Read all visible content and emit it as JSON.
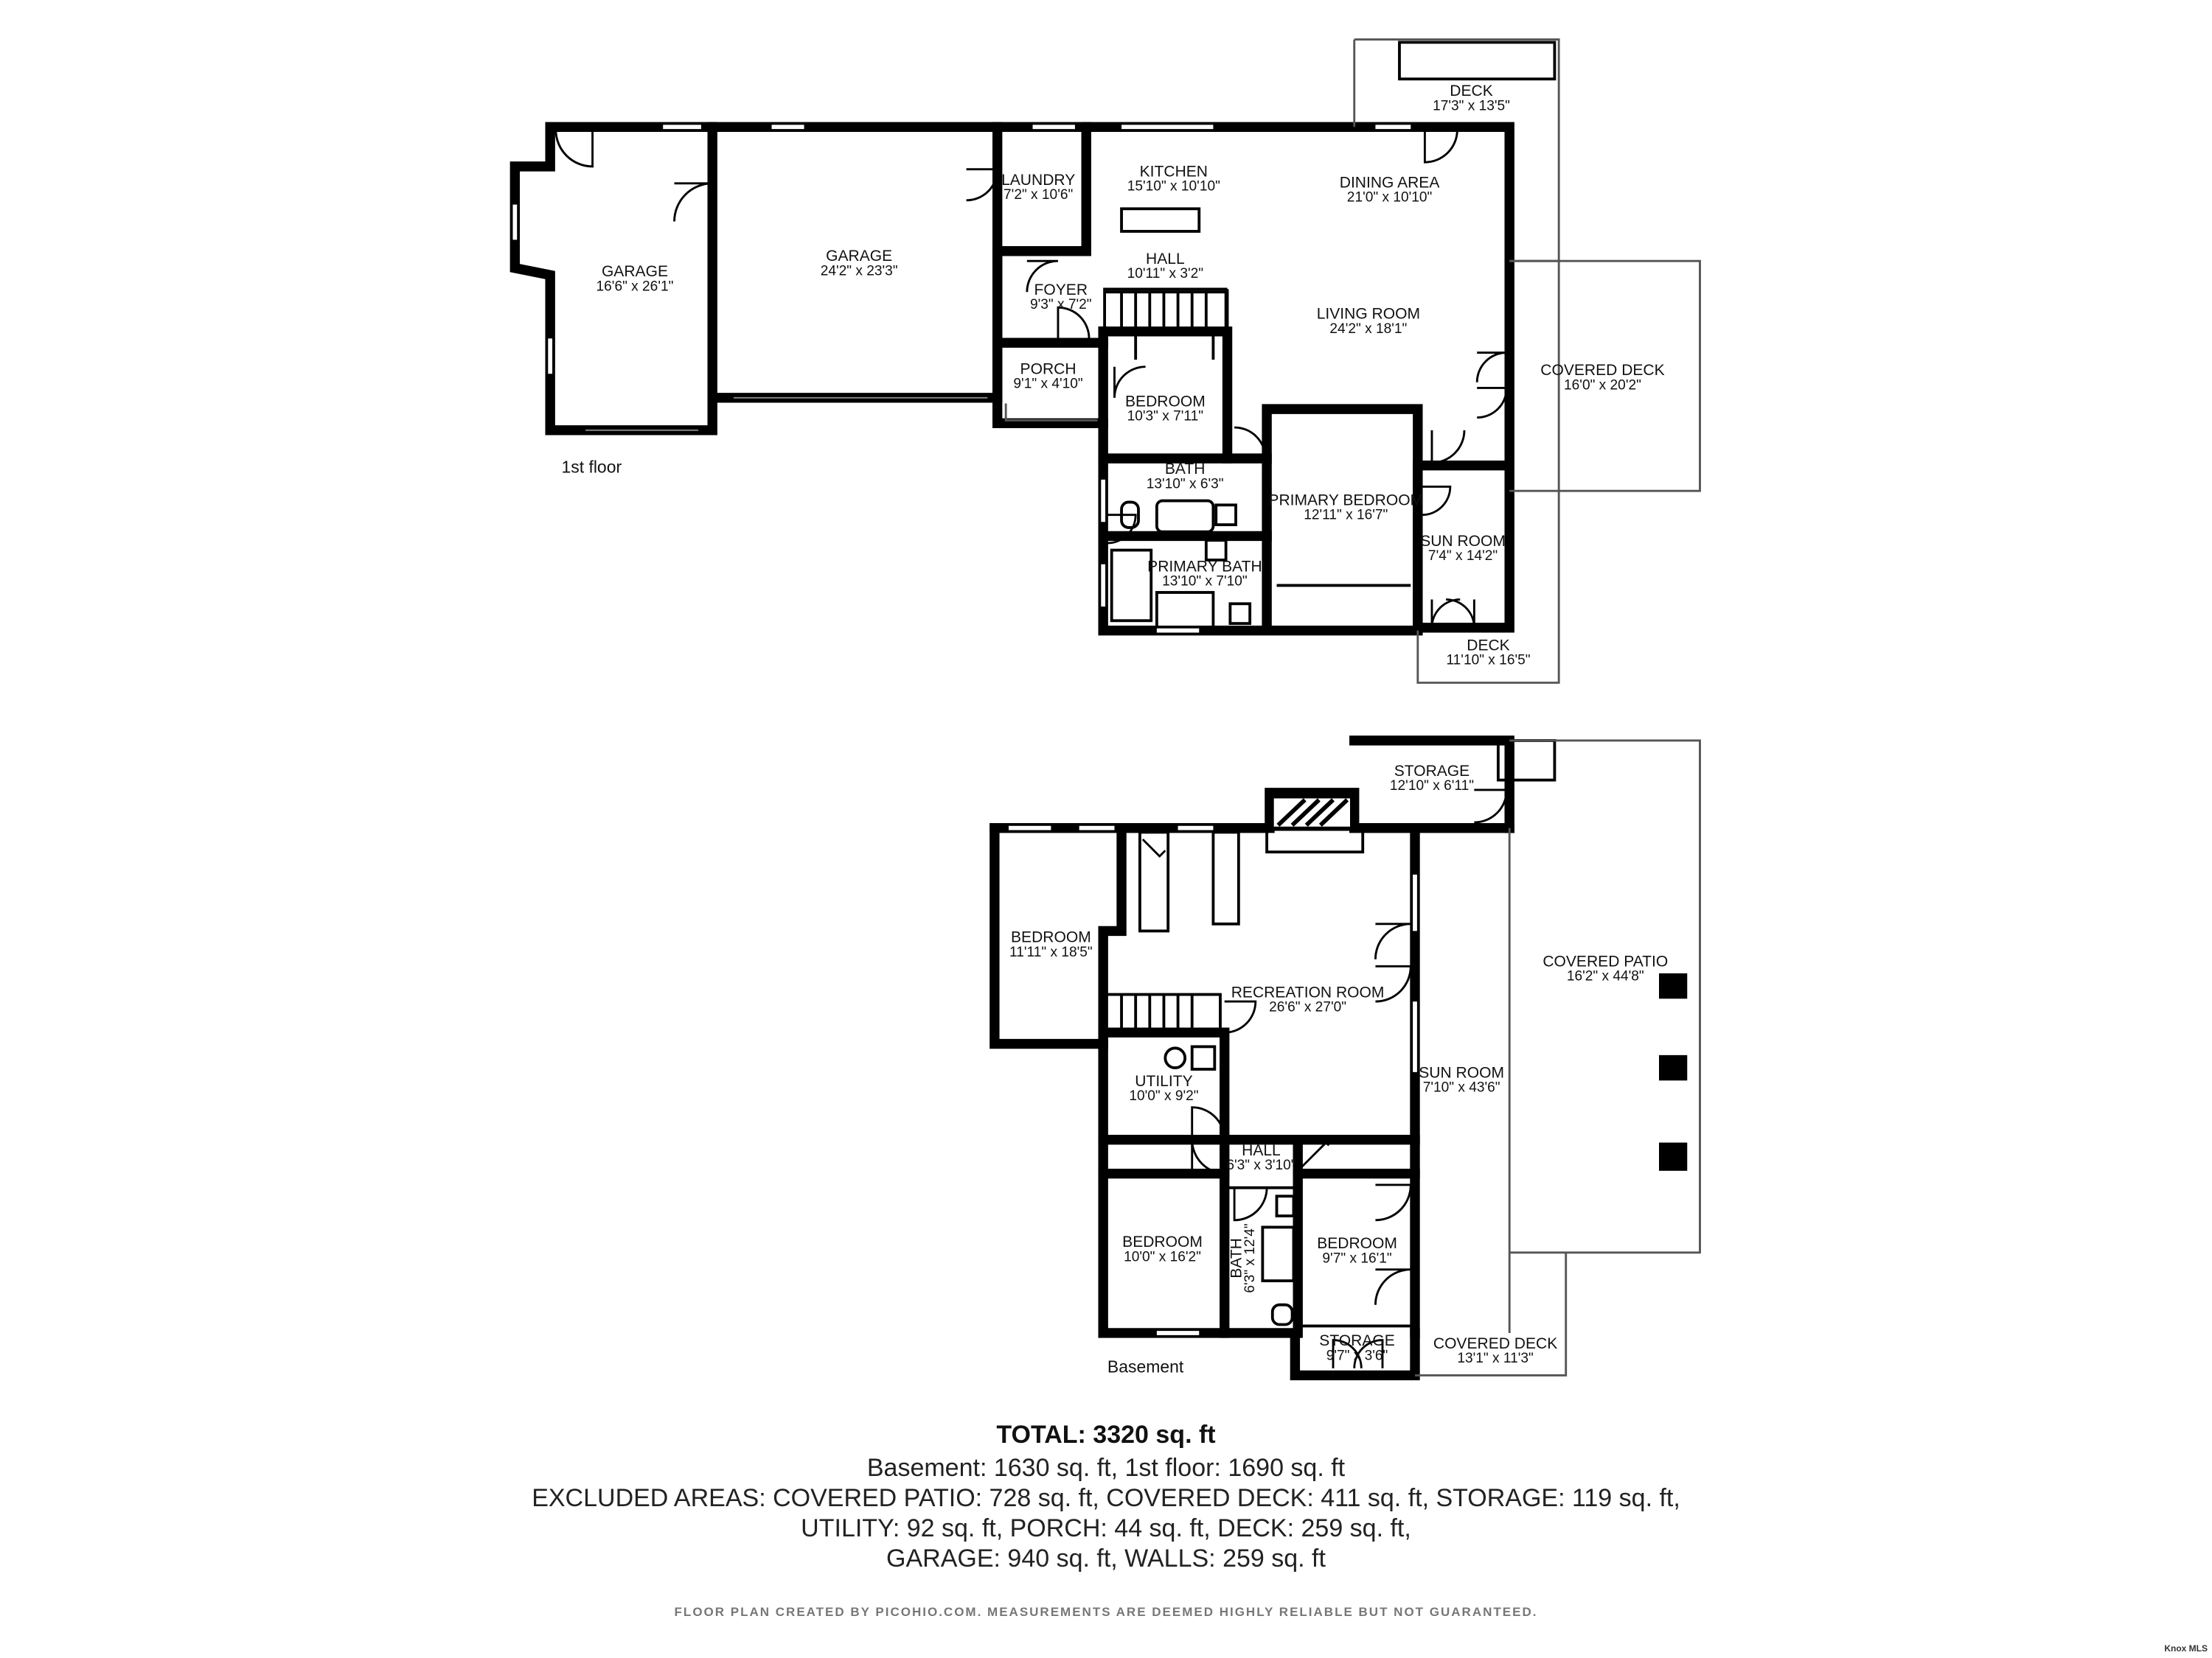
{
  "floors": {
    "first": {
      "label": "1st floor",
      "rooms": [
        {
          "id": "garage-left",
          "name": "GARAGE",
          "dims": "16'6\" x 26'1\""
        },
        {
          "id": "garage-main",
          "name": "GARAGE",
          "dims": "24'2\" x 23'3\""
        },
        {
          "id": "laundry",
          "name": "LAUNDRY",
          "dims": "7'2\" x 10'6\""
        },
        {
          "id": "kitchen",
          "name": "KITCHEN",
          "dims": "15'10\" x 10'10\""
        },
        {
          "id": "dining-area",
          "name": "DINING AREA",
          "dims": "21'0\" x 10'10\""
        },
        {
          "id": "hall",
          "name": "HALL",
          "dims": "10'11\" x 3'2\""
        },
        {
          "id": "foyer",
          "name": "FOYER",
          "dims": "9'3\" x 7'2\""
        },
        {
          "id": "living-room",
          "name": "LIVING ROOM",
          "dims": "24'2\" x 18'1\""
        },
        {
          "id": "deck-top",
          "name": "DECK",
          "dims": "17'3\" x 13'5\""
        },
        {
          "id": "covered-deck",
          "name": "COVERED DECK",
          "dims": "16'0\" x 20'2\""
        },
        {
          "id": "porch",
          "name": "PORCH",
          "dims": "9'1\" x 4'10\""
        },
        {
          "id": "bedroom",
          "name": "BEDROOM",
          "dims": "10'3\" x 7'11\""
        },
        {
          "id": "bath",
          "name": "BATH",
          "dims": "13'10\" x 6'3\""
        },
        {
          "id": "primary-bedroom",
          "name": "PRIMARY BEDROOM",
          "dims": "12'11\" x 16'7\""
        },
        {
          "id": "sun-room",
          "name": "SUN ROOM",
          "dims": "7'4\" x 14'2\""
        },
        {
          "id": "primary-bath",
          "name": "PRIMARY BATH",
          "dims": "13'10\" x 7'10\""
        },
        {
          "id": "deck-bottom",
          "name": "DECK",
          "dims": "11'10\" x 16'5\""
        }
      ]
    },
    "basement": {
      "label": "Basement",
      "rooms": [
        {
          "id": "storage-top",
          "name": "STORAGE",
          "dims": "12'10\" x 6'11\""
        },
        {
          "id": "bedroom-left",
          "name": "BEDROOM",
          "dims": "11'11\" x 18'5\""
        },
        {
          "id": "recreation-room",
          "name": "RECREATION ROOM",
          "dims": "26'6\" x 27'0\""
        },
        {
          "id": "covered-patio",
          "name": "COVERED PATIO",
          "dims": "16'2\" x 44'8\""
        },
        {
          "id": "utility",
          "name": "UTILITY",
          "dims": "10'0\" x 9'2\""
        },
        {
          "id": "sun-room-b",
          "name": "SUN ROOM",
          "dims": "7'10\" x 43'6\""
        },
        {
          "id": "hall-b",
          "name": "HALL",
          "dims": "6'3\" x 3'10\""
        },
        {
          "id": "bedroom-b1",
          "name": "BEDROOM",
          "dims": "10'0\" x 16'2\""
        },
        {
          "id": "bath-b",
          "name": "BATH",
          "dims": "6'3\" x 12'4\""
        },
        {
          "id": "bedroom-b2",
          "name": "BEDROOM",
          "dims": "9'7\" x 16'1\""
        },
        {
          "id": "storage-bottom",
          "name": "STORAGE",
          "dims": "9'7\" x 3'6\""
        },
        {
          "id": "covered-deck-b",
          "name": "COVERED DECK",
          "dims": "13'1\" x 11'3\""
        }
      ]
    }
  },
  "summary": {
    "total": "TOTAL: 3320 sq. ft",
    "line1": "Basement: 1630 sq. ft, 1st floor: 1690 sq. ft",
    "line2": "EXCLUDED AREAS: COVERED PATIO: 728 sq. ft, COVERED DECK: 411 sq. ft, STORAGE: 119 sq. ft,",
    "line3": "UTILITY: 92 sq. ft, PORCH: 44 sq. ft, DECK: 259 sq. ft,",
    "line4": "GARAGE: 940 sq. ft, WALLS: 259 sq. ft"
  },
  "disclaimer": "FLOOR PLAN CREATED BY PICOHIO.COM. MEASUREMENTS ARE DEEMED HIGHLY RELIABLE BUT NOT GUARANTEED.",
  "watermark": "Knox MLS"
}
